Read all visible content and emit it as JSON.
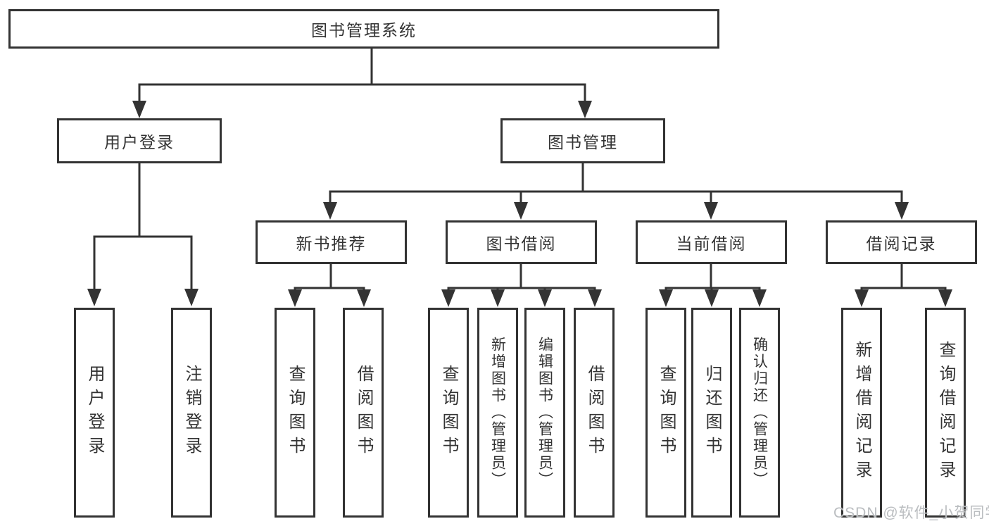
{
  "root": {
    "label": "图书管理系统"
  },
  "branches": {
    "user": {
      "label": "用户登录",
      "children": [
        {
          "label": "用户登录"
        },
        {
          "label": "注销登录"
        }
      ]
    },
    "book": {
      "label": "图书管理",
      "children": [
        {
          "label": "新书推荐",
          "children": [
            {
              "label": "查询图书"
            },
            {
              "label": "借阅图书"
            }
          ]
        },
        {
          "label": "图书借阅",
          "children": [
            {
              "label": "查询图书"
            },
            {
              "label": "新增图书（管理员）"
            },
            {
              "label": "编辑图书（管理员）"
            },
            {
              "label": "借阅图书"
            }
          ]
        },
        {
          "label": "当前借阅",
          "children": [
            {
              "label": "查询图书"
            },
            {
              "label": "归还图书"
            },
            {
              "label": "确认归还（管理员）"
            }
          ]
        },
        {
          "label": "借阅记录",
          "children": [
            {
              "label": "新增借阅记录"
            },
            {
              "label": "查询借阅记录"
            }
          ]
        }
      ]
    }
  },
  "watermark": "CSDN @软件_小贺同学",
  "colors": {
    "line": "#333333",
    "text": "#333333",
    "background": "#ffffff",
    "watermark": "#b7babd"
  }
}
